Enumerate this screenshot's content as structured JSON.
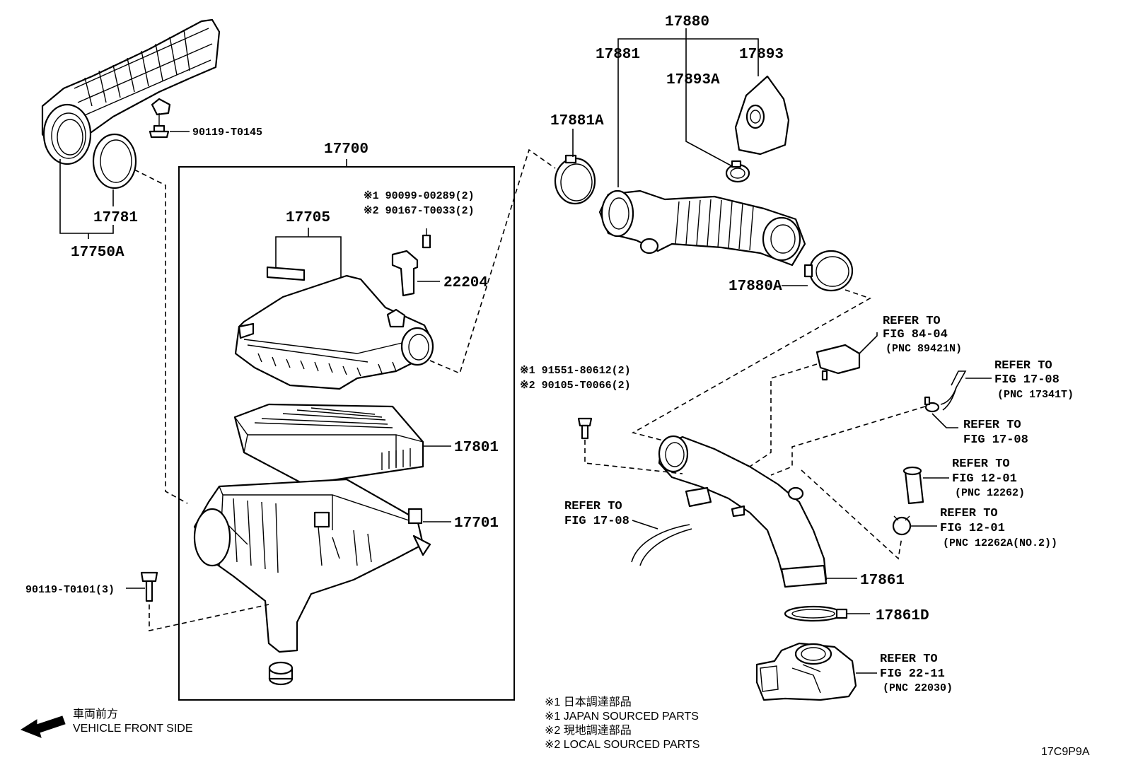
{
  "part_labels": {
    "p17750A": "17750A",
    "p17781": "17781",
    "p90119_T0145": "90119-T0145",
    "p17700": "17700",
    "p17705": "17705",
    "p22204": "22204",
    "p17801": "17801",
    "p17701": "17701",
    "p90119_T0101": "90119-T0101(3)",
    "p17880": "17880",
    "p17881": "17881",
    "p17893": "17893",
    "p17893A": "17893A",
    "p17881A": "17881A",
    "p17880A": "17880A",
    "p17861": "17861",
    "p17861D": "17861D"
  },
  "fastener_notes": {
    "screw_a_line1": "※1 90099-00289(2)",
    "screw_a_line2": "※2 90167-T0033(2)",
    "screw_b_line1": "※1 91551-80612(2)",
    "screw_b_line2": "※2 90105-T0066(2)"
  },
  "references": {
    "sensor": [
      "REFER TO",
      "FIG 84-04",
      "(PNC 89421N)"
    ],
    "hose_top": [
      "REFER TO",
      "FIG 17-08",
      "(PNC 17341T)"
    ],
    "clip": [
      "REFER TO",
      "FIG 17-08"
    ],
    "pipe": [
      "REFER TO",
      "FIG 12-01",
      "(PNC 12262)"
    ],
    "ring": [
      "REFER TO",
      "FIG 12-01",
      "(PNC 12262A(NO.2))"
    ],
    "hose_left": [
      "REFER TO",
      "FIG 17-08"
    ],
    "throttle": [
      "REFER TO",
      "FIG 22-11",
      "(PNC 22030)"
    ]
  },
  "legend": {
    "line1": "※1  日本調達部品",
    "line2": "※1  JAPAN SOURCED PARTS",
    "line3": "※2  現地調達部品",
    "line4": "※2  LOCAL SOURCED PARTS"
  },
  "direction": {
    "jp": "車両前方",
    "en": "VEHICLE FRONT SIDE",
    "icon": "arrow-left-icon"
  },
  "figure_code": "17C9P9A"
}
